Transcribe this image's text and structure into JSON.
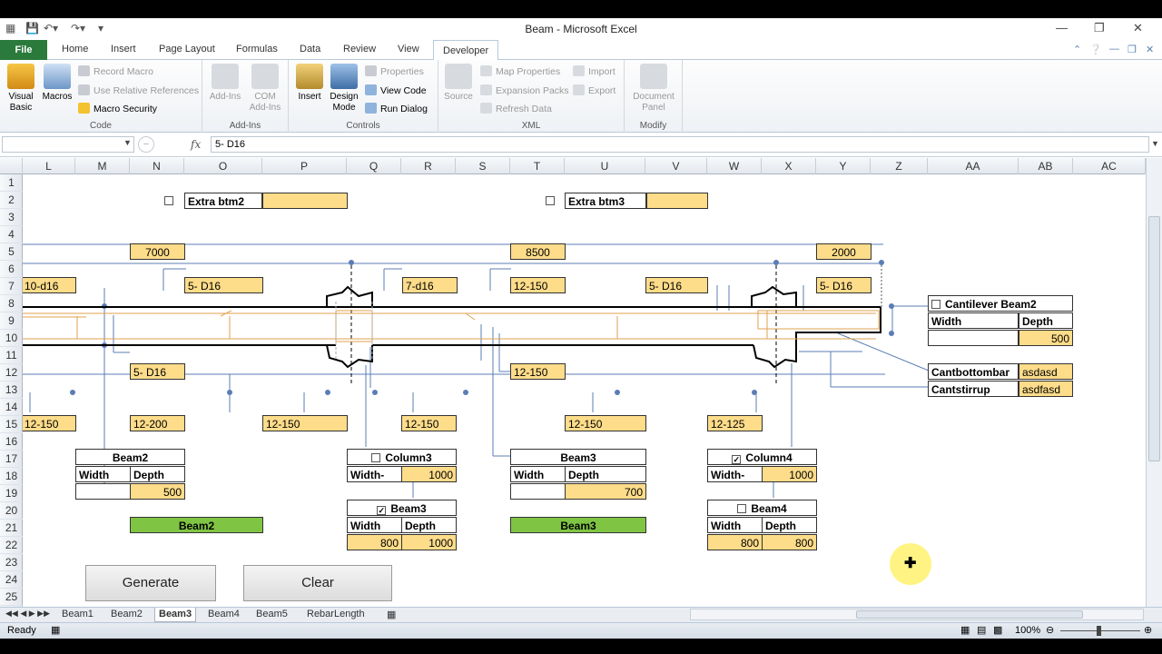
{
  "window": {
    "title": "Beam  -  Microsoft Excel"
  },
  "ribbon": {
    "tabs": [
      "File",
      "Home",
      "Insert",
      "Page Layout",
      "Formulas",
      "Data",
      "Review",
      "View",
      "Developer"
    ],
    "code": {
      "label": "Code",
      "visual_basic": "Visual Basic",
      "macros": "Macros",
      "record_macro": "Record Macro",
      "relative_refs": "Use Relative References",
      "macro_security": "Macro Security"
    },
    "addins": {
      "label": "Add-Ins",
      "addins": "Add-Ins",
      "com_addins": "COM Add-Ins"
    },
    "controls": {
      "label": "Controls",
      "insert": "Insert",
      "design_mode": "Design Mode",
      "properties": "Properties",
      "view_code": "View Code",
      "run_dialog": "Run Dialog"
    },
    "xml": {
      "label": "XML",
      "source": "Source",
      "map_properties": "Map Properties",
      "expansion_packs": "Expansion Packs",
      "refresh_data": "Refresh Data",
      "import": "Import",
      "export": "Export"
    },
    "modify": {
      "label": "Modify",
      "document_panel": "Document Panel"
    }
  },
  "formula_bar": {
    "name_box": "",
    "fx": "fx",
    "value": "5- D16"
  },
  "columns": [
    "L",
    "M",
    "N",
    "O",
    "P",
    "Q",
    "R",
    "S",
    "T",
    "U",
    "V",
    "W",
    "X",
    "Y",
    "Z",
    "AA",
    "AB",
    "AC"
  ],
  "rows": [
    "1",
    "2",
    "3",
    "4",
    "5",
    "6",
    "7",
    "8",
    "9",
    "10",
    "11",
    "12",
    "13",
    "14",
    "15",
    "16",
    "17",
    "18",
    "19",
    "20",
    "21",
    "22",
    "23",
    "24",
    "25"
  ],
  "sheet": {
    "extra_btm2": "Extra btm2",
    "extra_btm3": "Extra btm3",
    "span1": "7000",
    "span2": "8500",
    "span3": "2000",
    "top_left": "10-d16",
    "top1": "5- D16",
    "top2": "7-d16",
    "top3": "12-150",
    "top4": "5- D16",
    "top5": "5- D16",
    "bot1": "5- D16",
    "bot2": "12-150",
    "stir1": "12-150",
    "stir2": "12-200",
    "stir3": "12-150",
    "stir4": "12-150",
    "stir5": "12-150",
    "stir6": "12-125",
    "cantilever": {
      "title": "Cantilever Beam2",
      "width": "Width",
      "depth": "Depth",
      "depth_val": "500"
    },
    "cantbottombar": {
      "label": "Cantbottombar",
      "value": "asdasd"
    },
    "cantstirrup": {
      "label": "Cantstirrup",
      "value": "asdfasd"
    },
    "beam2": {
      "title": "Beam2",
      "width": "Width",
      "depth": "Depth",
      "depth_val": "500"
    },
    "column3": {
      "title": "Column3",
      "width": "Width-",
      "width_val": "1000"
    },
    "beam3_col": {
      "title": "Beam3",
      "width": "Width",
      "depth": "Depth",
      "width_val": "800",
      "depth_val": "1000"
    },
    "beam3": {
      "title": "Beam3",
      "width": "Width",
      "depth": "Depth",
      "depth_val": "700"
    },
    "column4": {
      "title": "Column4",
      "width": "Width-",
      "width_val": "1000"
    },
    "beam4": {
      "title": "Beam4",
      "width": "Width",
      "depth": "Depth",
      "width_val": "800",
      "depth_val": "800"
    },
    "green_beam2": "Beam2",
    "green_beam3": "Beam3",
    "generate": "Generate",
    "clear": "Clear"
  },
  "sheet_tabs": [
    "Beam1",
    "Beam2",
    "Beam3",
    "Beam4",
    "Beam5",
    "RebarLength"
  ],
  "status": {
    "ready": "Ready",
    "zoom": "100%"
  },
  "colors": {
    "yellow": "#fddc8a",
    "green": "#7fc443",
    "file_tab": "#2a7a3b"
  }
}
